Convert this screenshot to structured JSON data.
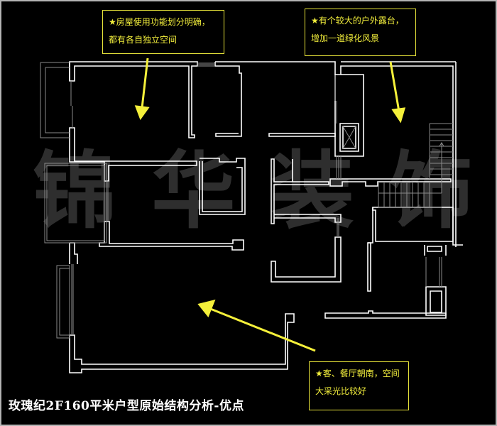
{
  "title": "玫瑰纪2F160平米户型原始结构分析-优点",
  "watermark": [
    "锦",
    "华",
    "装",
    "饰"
  ],
  "annotations": [
    {
      "id": "function-zoning",
      "line1": "★房屋使用功能划分明确，",
      "line2": "都有各自独立空间"
    },
    {
      "id": "outdoor-terrace",
      "line1": "★有个较大的户外露台，",
      "line2": "增加一道绿化风景"
    },
    {
      "id": "south-facing",
      "line1": "★客、餐厅朝南，空间",
      "line2": "大采光比较好"
    }
  ],
  "colors": {
    "background": "#000000",
    "wall": "#ffffff",
    "window": "#8a8a8a",
    "annotation": "#f2ee3c",
    "arrow": "#f5f03a",
    "border": "#b3b3b3"
  }
}
